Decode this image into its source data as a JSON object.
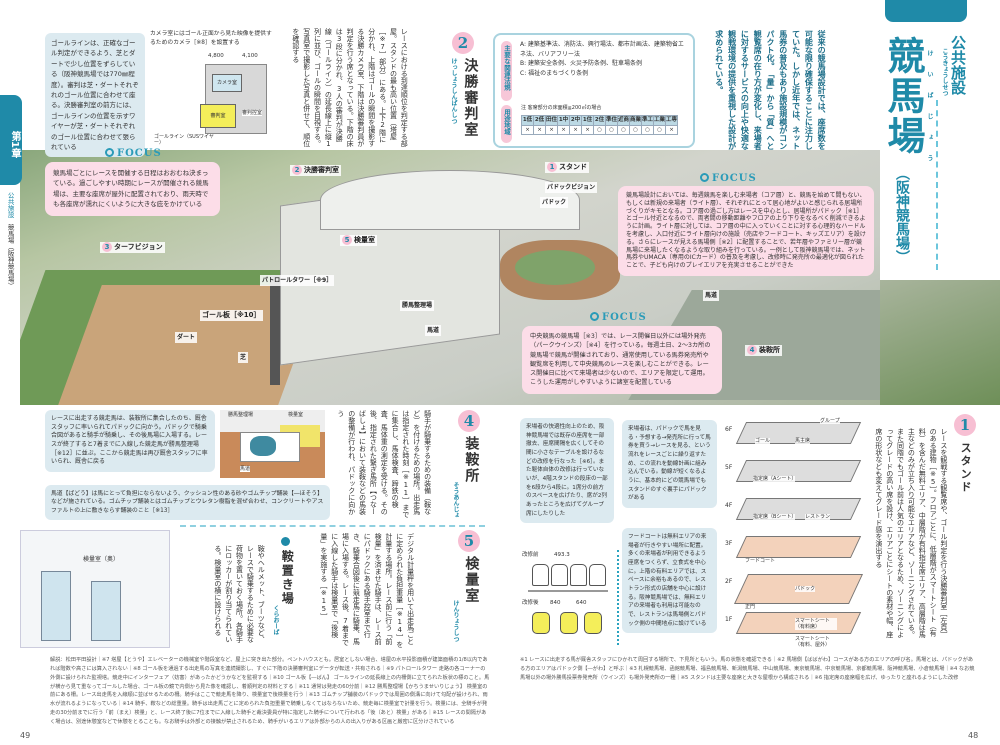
{
  "chapter": {
    "label": "第1章",
    "section": "公共施設",
    "sub": "競馬場（阪神競馬場）"
  },
  "title": {
    "category": "公共施設",
    "category_ruby": "こうきょうしせつ",
    "main": "競馬場",
    "main_ruby": "けいばじょう",
    "sub": "（阪神競馬場）"
  },
  "intro": "従来の競馬場設計では、座席数を可能な限り確保することに注力していた。しかし近年では、ネット馬券の普及もあり施設規模がコンパクト化。「量」から「質」へと観覧席の在り方が変化し、来場者に対するサービスの向上や快適な観戦環境の提供を重視した設計が求められている。",
  "laws": {
    "tag": "主要な関連法規",
    "items": [
      "A: 建築基準法、消防法、興行場法、都市計画法、建築物省エネ法、バリアフリー法",
      "B: 建築安全条例、火災予防条例、駐車場条例",
      "C: 福祉のまちづくり条例"
    ],
    "zone_tag": "用途地域",
    "zone_note": "注 客席部分の床面積≧200㎡の場合",
    "zones": [
      "1低",
      "2低",
      "田住",
      "1中",
      "2中",
      "1住",
      "2住",
      "準住",
      "近商",
      "商業",
      "準工",
      "工業",
      "工専"
    ],
    "marks": [
      "×",
      "×",
      "×",
      "×",
      "×",
      "×",
      "○",
      "○",
      "○",
      "○",
      "○",
      "○",
      "×"
    ]
  },
  "goal_box": "ゴールラインは、正確なゴール判定ができるよう、芝とダートで少し位置をずらしている（阪神競馬場では770㎜程度）。審判は芝・ダートそれぞれのゴール位置に合わせて座る。決勝審判室の前方には、ゴールラインの位置を示すワイヤーが芝・ダートそれぞれのゴール位置に合わせて張られている",
  "camera_diagram": {
    "caption": "カメラ室にはゴール正面から見た映像を提供するためのカメラ［※8］を設置する",
    "dim1": "4,800",
    "dim2": "4,100",
    "camera": "カメラ室",
    "judge": "審判室",
    "assist": "審判控室",
    "goalline": "ゴールライン（SUSワイヤー）"
  },
  "sec2": {
    "num": "2",
    "title": "決勝審判室",
    "ruby": "けっしょうしんぱんしつ",
    "body": "レースにおける到達順位を判定する部屋。スタンドの最も高い位置（塔屋［※7］部分）にある。上下2階に分かれ、上階はゴールの瞬間を撮影する決勝カメラ室、下階は決勝審判員が判定を行う席となっている。下階の床は3段に分かれ、3人の審判が決勝線（ゴールライン）の延長線上に縦1列に並び、ゴールの瞬間を目視する。写真室で撮影した写真と併せて、順位を確認する"
  },
  "focus": [
    {
      "label": "FOCUS",
      "text": "競馬場ごとにレースを開催する日程はおおむね決まっている。過ごしやすい時期にレースが開催される競馬場は、主要な座席が屋外に配置されており、雨天時でも各座席が濡れにくいように大きな庇をかけている"
    },
    {
      "label": "FOCUS",
      "text": "競馬場設計においては、毎週競馬を楽しむ来場者（コア層）と、競馬を始めて間もない、もしくは新規の来場者（ライト層）、それぞれにとって居心地がよいと感じられる居場所づくりがキモとなる。コア層の過ごし方はレースを中心とし、居場所がパドック［※1］とゴール付近となるので、両者間の移動距離やフロアの上り下りをなるべく削減できるように計画。ライト層に対しては、コア層の中に入っていくことに対する心理的なハードルを考慮し、入口付近にライト層向けの施設（売店やフードコート、キッズエリア）を設ける。さらにレースが見える馬場側［※2］に配置することで、若年層やファミリー層が競馬場に来場したくなるような取り組みを行っている。一例として阪神競馬場では、ネット馬券やUMACA（専用のICカード）の普及を考慮し、改修時に発売所の最適化が図られたことで、子ども向けのプレイエリアを充実させることができた"
    },
    {
      "label": "FOCUS",
      "text": "中央競馬の競馬場［※3］では、レース開催日以外には場外発売（パークウインズ）［※4］を行っている。毎週土日、2〜3カ所の競馬場で競馬が開催されており、通常使用している馬券発売所や観覧席を利用して中央競馬のレースを楽しむことができる。レース開催日に比べて来場者は少ないので、エリアを限定して運用。こうした運用がしやすいように諸室を配置している"
    }
  ],
  "illustration_labels": {
    "stand": "スタンド",
    "judge": "決勝審判室",
    "vision": "ターフビジョン",
    "paddock_vision": "パドックビジョン",
    "paddock": "パドック",
    "weigh": "検量室",
    "goalpost": "ゴール板［※10］",
    "patrol": "パトロールタワー［※9］",
    "holding": "勝馬整理場",
    "path": "馬道",
    "path2": "馬道",
    "dirt": "ダート",
    "turf": "芝",
    "saddling": "装鞍所",
    "n1": "1",
    "n2": "2",
    "n3": "3",
    "n4": "4",
    "n5": "5"
  },
  "paddock_box": "レースに出走する競走馬は、装鞍所に集合したのち、厩舎スタッフに率いられてパドックに向かう。パドックで騎乗合図があると騎手が騎乗し、その後馬場に入場する。レースが終了すると7着までに入線した競走馬が勝馬整理場［※12］に並ぶ。ここから競走馬は再び厩舎スタッフに率いられ、厩舎に戻る",
  "horse_labels": {
    "holding": "勝馬整理場",
    "weigh": "検量室",
    "path": "馬道"
  },
  "umamichi_box": "馬道【ばどう】は馬にとって負担にならないよう、クッション性のある砂やゴムチップ舗装【―ほそう】などが施されている。ゴムチップ舗装とはゴムチップとウレタン樹脂を混ぜ合わせ、コンクリートやアスファルトの上に敷きならす舗装のこと［※13］",
  "sec4": {
    "num": "4",
    "title": "装鞍所",
    "ruby": "そうあんじょ",
    "body": "騎手が騎乗するための装備（鞍など）を付けるための場所。出走馬は指定された時刻［※11］までに集合し、馬体検査、蹄鉄の検査、馬体重の測定を受ける。その後、指定された繋ぎ馬所【つなーばしょ】において装鞍などの馬装の整備が行われ、パドックに向かう"
  },
  "sec5": {
    "num": "5",
    "title": "検量室",
    "ruby": "けんりょうしつ",
    "body": "デジタル計量秤を用いて出走馬ごとに定められた負担重量［※14］を計量する場所。レース前に行う「前検量」を済ませた騎手は、レース前にパドックにある騎手控室まで行き、騎乗合図後に競走馬に騎乗、馬場に入場する。レース後、7着までに入線した騎手は検量室で「後検量」を実施する［※15］"
  },
  "saddle": {
    "title": "鞍置き場",
    "ruby": "くらおーば",
    "body": "鞍やヘルメット、ブーツなど、レースで騎乗するために必要な荷物を置いておく場所。各騎手にロッカーが割り当てられている。検量室の横に設けられる",
    "label": "検量室（奥）"
  },
  "seat_box": "来場者の快適性向上のため、阪神競馬場では既存の座席を一部撤去、座席間隔を広くしてその間に小さなテーブルを設けるなどの改修を行なった［※6］。また躯体自体の改修は行っていないが、4階スタンドの段床の一部を6段から4段に。1席分の前方のスペースを広げたり、席が2列あったところを広げてグループ席にしたりした",
  "seat_diagram": {
    "before": "改修前",
    "after": "改修後",
    "d1": "493.3",
    "d2": "840",
    "d3": "640"
  },
  "flow_box": "来場者は、パドックで馬を見る・予想する→発売所に行って馬券を買う→レースを見る、という流れをレースごとに繰り返すため、この流れを動線計画に組み込んでいる。動線が短くなるように、基本的にどの競馬場でもスタンドのすぐ裏手にパドックがある",
  "food_box": "フードコートは無料エリアの来場者が行きやすい場所に配置。多くの来場者が利用できるよう座席をつくらず、立食式を中心に。上階の有料エリアでは、スペースに余裕もあるので、レストラン形式の店舗を中心に設ける。阪神競馬場では、無料エリアの来場者も利用は可能なので、レストランは馬場側とパドック側の中間地点に設けている",
  "floors": {
    "levels": [
      "6F",
      "5F",
      "4F",
      "3F",
      "2F",
      "1F"
    ],
    "labels": [
      "グループ",
      "ゴール",
      "馬主席",
      "指定席（Aシート）",
      "指定席（Bシート）",
      "レストラン",
      "フードコート",
      "パドック",
      "正門",
      "スマートシート（有料席）",
      "スマートシート（有料、屋外）"
    ]
  },
  "sec1": {
    "num": "1",
    "title": "スタンド",
    "body": "レースを観戦する観覧席や、ゴール判定を行う決勝審判室［左頁］のある建物［※5］。フロアごとに、低層階がスマートシート（有料）を含んだ無料エリア、中層階が有料指定席エリア、高層階は馬主などのみが立ち入り可能なエリアなど、ゾーニングされている。また同階でもゴール前は人気のエリアとなるため、ゾーニングによってグレードの高い席を設け、エリアごとにシートの素材や幅、座席の形状なども変えてグレード感を演出する"
  },
  "footnotes_left": "解説：松田平田設計｜※7 塔屋【とうや】エレベーターの機械室や階段室など、屋上に突き出た部分。ペントハウスとも。居室としない場合、塔屋の水平投影面積が建築面積の1/8以内であれば階数や高さには算入されない｜※8 ゴール板を通過する出走馬の写真を連続撮影し、すぐに下階の決勝審判室にデータが転送・共有される｜※9 パトロールタワー 走路の各コーナーの外側に設けられた監視塔。競走中にインターフェア（妨害）があったかどうかなどを監視する｜※10 ゴール板【―ばん】 ゴールラインの延長線上の内柵側に立てられた板状の標のこと。馬が横から見て重なってゴールした場合、ゴール板の鏡で内側から見た像を確認し、着順判定の材料とする｜※11 通常は発走の60分前｜※12 勝馬整理場【かちうませいりじょう】 検量室の前にある柵。レース出走馬を入線順に並ばせるための柵。騎手はここで競走馬を降り、検量室で後検量を行う｜※13 ゴムチップ舗装のパドックでは周囲の側溝に向けて勾配が設けられ、雨水が流れるようになっている｜※14 騎手、鞍などの総重量。騎手は出走馬ごとに定められた負担重量で騎乗しなくてはならないため、競走毎に検量室で計量を行う。検量には、全騎手が発走の30分前までに行う「前（まえ）検量」と、レース終了後に7位までに入線した騎手と裁決委員が特に指定した騎手について行われる「後（あと）検量」がある｜※15 レースの間隔があく場合は、別途休憩室などで休憩をとることも。なお騎手は外部との接触が禁止されるため、騎手がいるエリアは外部からの人の出入りがある区画と厳密に区分けされている",
  "footnotes_right": "※1 レースに出走する馬が厩舎スタッフにひかれて周回する場所で、下見所ともいう。馬の状態を確認できる｜※2 馬場側【ばばがわ】コースがある方のエリアの呼び名。馬場とは、パドックがある方のエリアはパドック側【―がわ】と呼ぶ｜※3 札幌競馬場、函館競馬場、福島競馬場、新潟競馬場、中山競馬場、東京競馬場、中京競馬場、京都競馬場、阪神競馬場、小倉競馬場｜※4 なお競馬場以外の場外勝馬投票券発売所（ウインズ）も場外発売所の一種｜※5 スタンドは主要な座席と大きな屋根から構成される｜※6 指定席の座席幅を広げ、ゆったりと座れるようにした改修",
  "page_left": "49",
  "page_right": "48",
  "colors": {
    "teal": "#1f8aa8",
    "pink": "#fcdde8",
    "lightblue": "#dceaf0",
    "pinkcircle": "#f7bfd3"
  }
}
